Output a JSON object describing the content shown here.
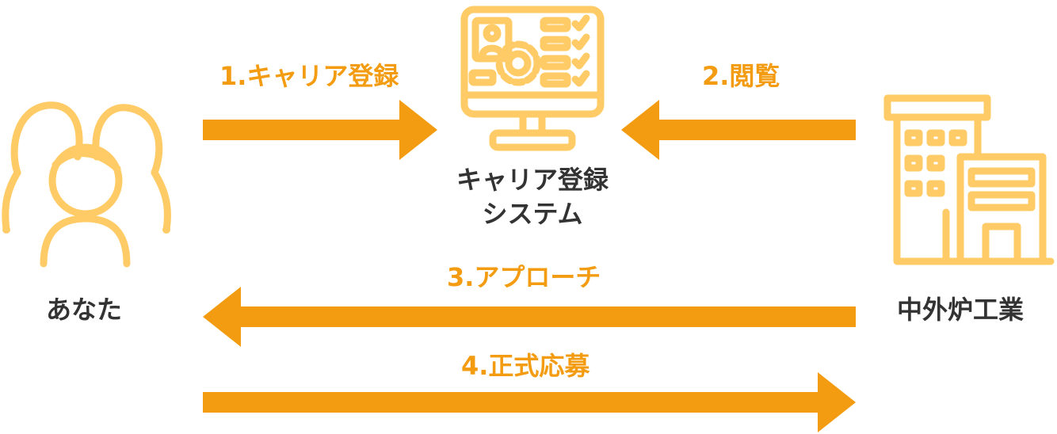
{
  "steps": {
    "step1": "1.キャリア登録",
    "step2": "2.閲覧",
    "step3": "3.アプローチ",
    "step4": "4.正式応募"
  },
  "actors": {
    "you": "あなた",
    "system_line1": "キャリア登録",
    "system_line2": "システム",
    "company": "中外炉工業"
  },
  "colors": {
    "arrow": "#F39C12",
    "icon": "#FFCB66",
    "text": "#333333"
  },
  "icons": {
    "you": "people-group-icon",
    "system": "computer-monitor-icon",
    "company": "office-building-icon"
  }
}
